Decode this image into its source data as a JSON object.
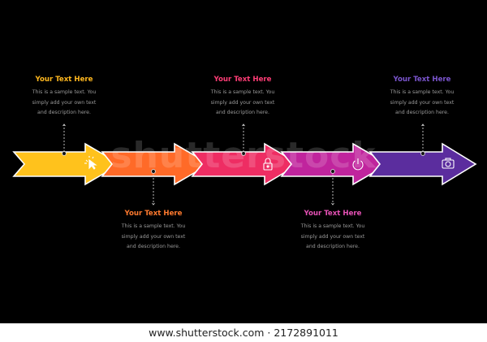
{
  "colors": {
    "background": "#000000",
    "stroke": "#ffffff",
    "description_text": "#9a9a9a"
  },
  "steps": [
    {
      "color": "#ffc21c",
      "title_color": "#ffb81f",
      "icon": "cursor-click-icon",
      "title": "Your Text Here",
      "lines": [
        "This is a sample text. You",
        "simply add your own text",
        "and description here."
      ]
    },
    {
      "color": "#ff6a28",
      "title_color": "#ff7a2e",
      "icon": "none",
      "title": "Your Text Here",
      "lines": [
        "This is a sample text. You",
        "simply add your own text",
        "and description here."
      ]
    },
    {
      "color": "#ee2d63",
      "title_color": "#ff3d76",
      "icon": "padlock-icon",
      "title": "Your Text Here",
      "lines": [
        "This is a sample text. You",
        "simply add your own text",
        "and description here."
      ]
    },
    {
      "color": "#c0249d",
      "title_color": "#e651b5",
      "icon": "power-icon",
      "title": "Your Text Here",
      "lines": [
        "This is a sample text. You",
        "simply add your own text",
        "and description here."
      ]
    },
    {
      "color": "#5b2d9e",
      "title_color": "#7b55cf",
      "icon": "camera-icon",
      "title": "Your Text Here",
      "lines": [
        "This is a sample text. You",
        "simply add your own text",
        "and description here."
      ]
    }
  ],
  "watermark": "shutterstock",
  "footer": "www.shutterstock.com · 2172891011"
}
